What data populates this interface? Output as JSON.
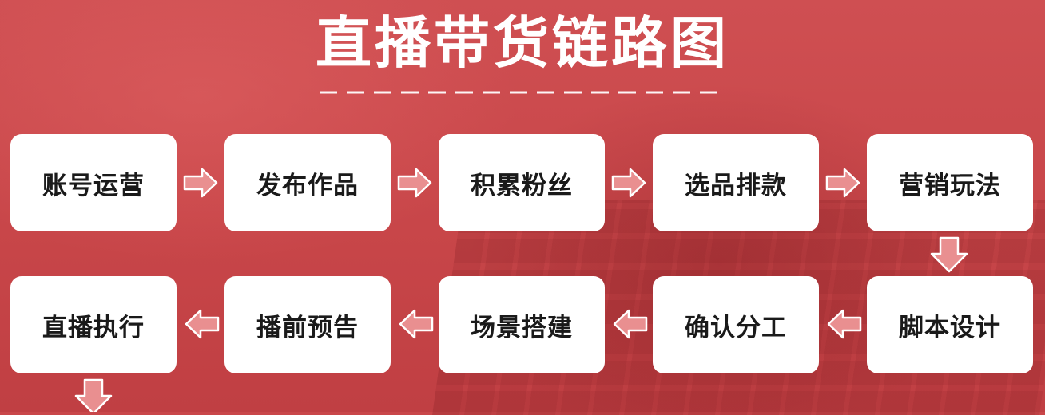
{
  "title": "直播带货链路图",
  "colors": {
    "background": "#c9474a",
    "box": "#ffffff",
    "box_text": "#1a1a1a",
    "arrow_outline": "#ffffff",
    "arrow_fill": "#e98f90"
  },
  "steps": [
    {
      "label": "账号运营"
    },
    {
      "label": "发布作品"
    },
    {
      "label": "积累粉丝"
    },
    {
      "label": "选品排款"
    },
    {
      "label": "营销玩法"
    },
    {
      "label": "脚本设计"
    },
    {
      "label": "确认分工"
    },
    {
      "label": "场景搭建"
    },
    {
      "label": "播前预告"
    },
    {
      "label": "直播执行"
    }
  ],
  "connectors": [
    {
      "from": 0,
      "to": 1,
      "direction": "right"
    },
    {
      "from": 1,
      "to": 2,
      "direction": "right"
    },
    {
      "from": 2,
      "to": 3,
      "direction": "right"
    },
    {
      "from": 3,
      "to": 4,
      "direction": "right"
    },
    {
      "from": 4,
      "to": 5,
      "direction": "down"
    },
    {
      "from": 5,
      "to": 6,
      "direction": "left"
    },
    {
      "from": 6,
      "to": 7,
      "direction": "left"
    },
    {
      "from": 7,
      "to": 8,
      "direction": "left"
    },
    {
      "from": 8,
      "to": 9,
      "direction": "left"
    },
    {
      "from": 9,
      "to": null,
      "direction": "down"
    }
  ]
}
